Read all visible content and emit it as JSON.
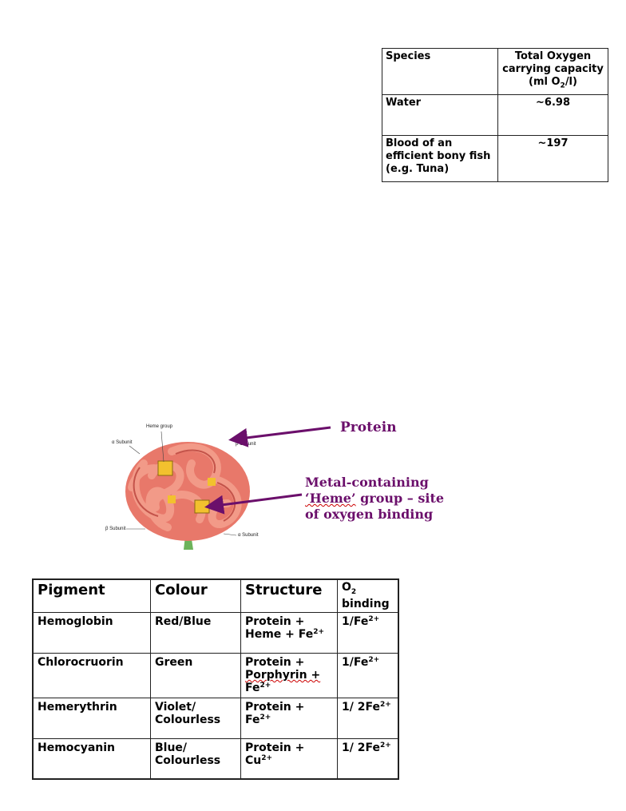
{
  "oxygen_table": {
    "header": {
      "species": "Species",
      "capacity_line1": "Total Oxygen",
      "capacity_line2": "carrying capacity",
      "capacity_unit_pre": "(ml O",
      "capacity_unit_sub": "2",
      "capacity_unit_post": "/l)"
    },
    "rows": [
      {
        "species_line1": "Water",
        "species_line2": "",
        "species_line3": "",
        "value": "~6.98"
      },
      {
        "species_line1": "Blood of an",
        "species_line2": "efficient bony fish",
        "species_line3": "(e.g. Tuna)",
        "value": "~197"
      }
    ]
  },
  "hemoglobin_figure": {
    "labels": {
      "heme_group": "Heme group",
      "alpha_top": "α Subunit",
      "beta_top": "β Subunit",
      "beta_bottom": "β Subunit",
      "alpha_bottom": "α Subunit"
    },
    "annotation_protein": "Protein",
    "annotation_heme_line1": "Metal-containing",
    "annotation_heme_line2_word": "‘Heme’",
    "annotation_heme_line2_rest": " group – site",
    "annotation_heme_line3": "of oxygen binding",
    "colors": {
      "annotation": "#6b0f6b",
      "protein": "#e8786a",
      "heme": "#f2c12e",
      "stem": "#6db35b"
    }
  },
  "pigment_table": {
    "headers": {
      "pigment": "Pigment",
      "colour": "Colour",
      "structure": "Structure",
      "o2_pre": "O",
      "o2_sub": "2",
      "o2_post": "binding"
    },
    "rows": [
      {
        "pigment": "Hemoglobin",
        "colour_l1": "Red/Blue",
        "colour_l2": "",
        "structure_l1": "Protein +",
        "structure_l2": "Heme + Fe",
        "structure_l2_sup": "2+",
        "structure_l3": "",
        "structure_l3_sup": "",
        "binding": "1/Fe",
        "binding_sup": "2+"
      },
      {
        "pigment": "Chlorocruorin",
        "colour_l1": "Green",
        "colour_l2": "",
        "structure_l1": "Protein +",
        "structure_l2": "Porphyrin +",
        "structure_l2_sup": "",
        "structure_l3": "Fe",
        "structure_l3_sup": "2+",
        "binding": "1/Fe",
        "binding_sup": "2+"
      },
      {
        "pigment": "Hemerythrin",
        "colour_l1": "Violet/",
        "colour_l2": "Colourless",
        "structure_l1": "Protein +",
        "structure_l2": "Fe",
        "structure_l2_sup": "2+",
        "structure_l3": "",
        "structure_l3_sup": "",
        "binding": "1/ 2Fe",
        "binding_sup": "2+"
      },
      {
        "pigment": "Hemocyanin",
        "colour_l1": "Blue/",
        "colour_l2": "Colourless",
        "structure_l1": "Protein +",
        "structure_l2": "Cu",
        "structure_l2_sup": "2+",
        "structure_l3": "",
        "structure_l3_sup": "",
        "binding": "1/ 2Fe",
        "binding_sup": "2+"
      }
    ]
  }
}
